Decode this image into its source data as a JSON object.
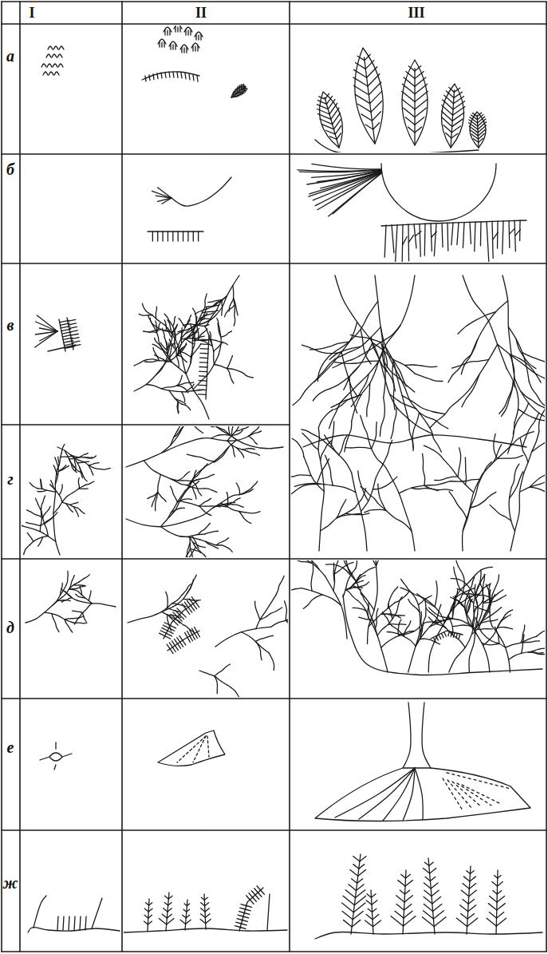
{
  "diagram": {
    "labels": [
      "I",
      "II",
      "III",
      "а",
      "б",
      "в",
      "г",
      "д",
      "е",
      "ж"
    ]
  }
}
